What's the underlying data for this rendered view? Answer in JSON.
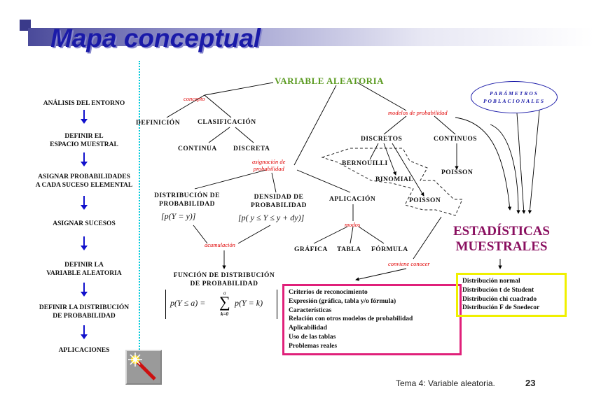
{
  "title": "Mapa conceptual",
  "steps": [
    "ANÁLISIS DEL ENTORNO",
    "DEFINIR EL\nESPACIO MUESTRAL",
    "ASIGNAR PROBABILIDADES\nA CADA SUCESO ELEMENTAL",
    "ASIGNAR SUCESOS",
    "DEFINIR LA\nVARIABLE ALEATORIA",
    "DEFINIR LA DISTRIBUCIÓN\nDE PROBABILIDAD",
    "APLICACIONES"
  ],
  "map": {
    "root": "VARIABLE ALEATORIA",
    "concepto": "concepto",
    "definicion": "DEFINICIÓN",
    "clasificacion": "CLASIFICACIÓN",
    "continua": "CONTINUA",
    "discreta": "DISCRETA",
    "asignacion": "asignación de\nprobabilidad",
    "modelos": "modelos de probabilidad",
    "discretos": "DISCRETOS",
    "continuos": "CONTINUOS",
    "bernouilli": "BERNOUILLI",
    "binomial": "BINOMIAL",
    "poisson_d": "POISSON",
    "poisson_c": "POISSON",
    "dist_prob": "DISTRIBUCIÓN DE\nPROBABILIDAD",
    "dist_prob_formula": "[p(Y = y)]",
    "densidad": "DENSIDAD DE\nPROBABILIDAD",
    "densidad_formula": "[p( y ≤ Y ≤ y + dy)]",
    "aplicacion": "APLICACIÓN",
    "modos": "modos",
    "grafica": "GRÁFICA",
    "tabla": "TABLA",
    "formula": "FÓRMULA",
    "acumulacion": "acumulación",
    "funcion": "FUNCIÓN DE DISTRIBUCIÓN\nDE PROBABILIDAD",
    "funcion_formula_left": "p(Y ≤ a) =",
    "funcion_formula_sum_top": "a",
    "funcion_formula_sum_bottom": "k=0",
    "funcion_formula_right": "p(Y = k)",
    "conviene": "conviene conocer",
    "parametros": "PARÁMETROS\nPOBLACIONALES",
    "estadisticas": "ESTADÍSTICAS\nMUESTRALES"
  },
  "criterios_box": [
    "Criterios de reconocimiento",
    "Expresión (gráfica, tabla y/o fórmula)",
    "Características",
    "Relación con otros modelos de probabilidad",
    "Aplicabilidad",
    "Uso de las tablas",
    "Problemas reales"
  ],
  "distribuciones_box": [
    "Distribución normal",
    "Distribución t de Student",
    "Distribución chi cuadrado",
    "Distribución F de Snedecor"
  ],
  "footer": {
    "text": "Tema 4: Variable aleatoria.",
    "page": "23"
  },
  "colors": {
    "title": "#1a1aa8",
    "arrows": "#1010cc",
    "red_labels": "#e00000",
    "root_green": "#5a9a20",
    "estadisticas": "#8a1060",
    "box_magenta": "#e0207a",
    "box_yellow": "#f0f000",
    "dotted_line": "#00c8d8"
  },
  "icons": [
    "magic-wand-icon"
  ]
}
